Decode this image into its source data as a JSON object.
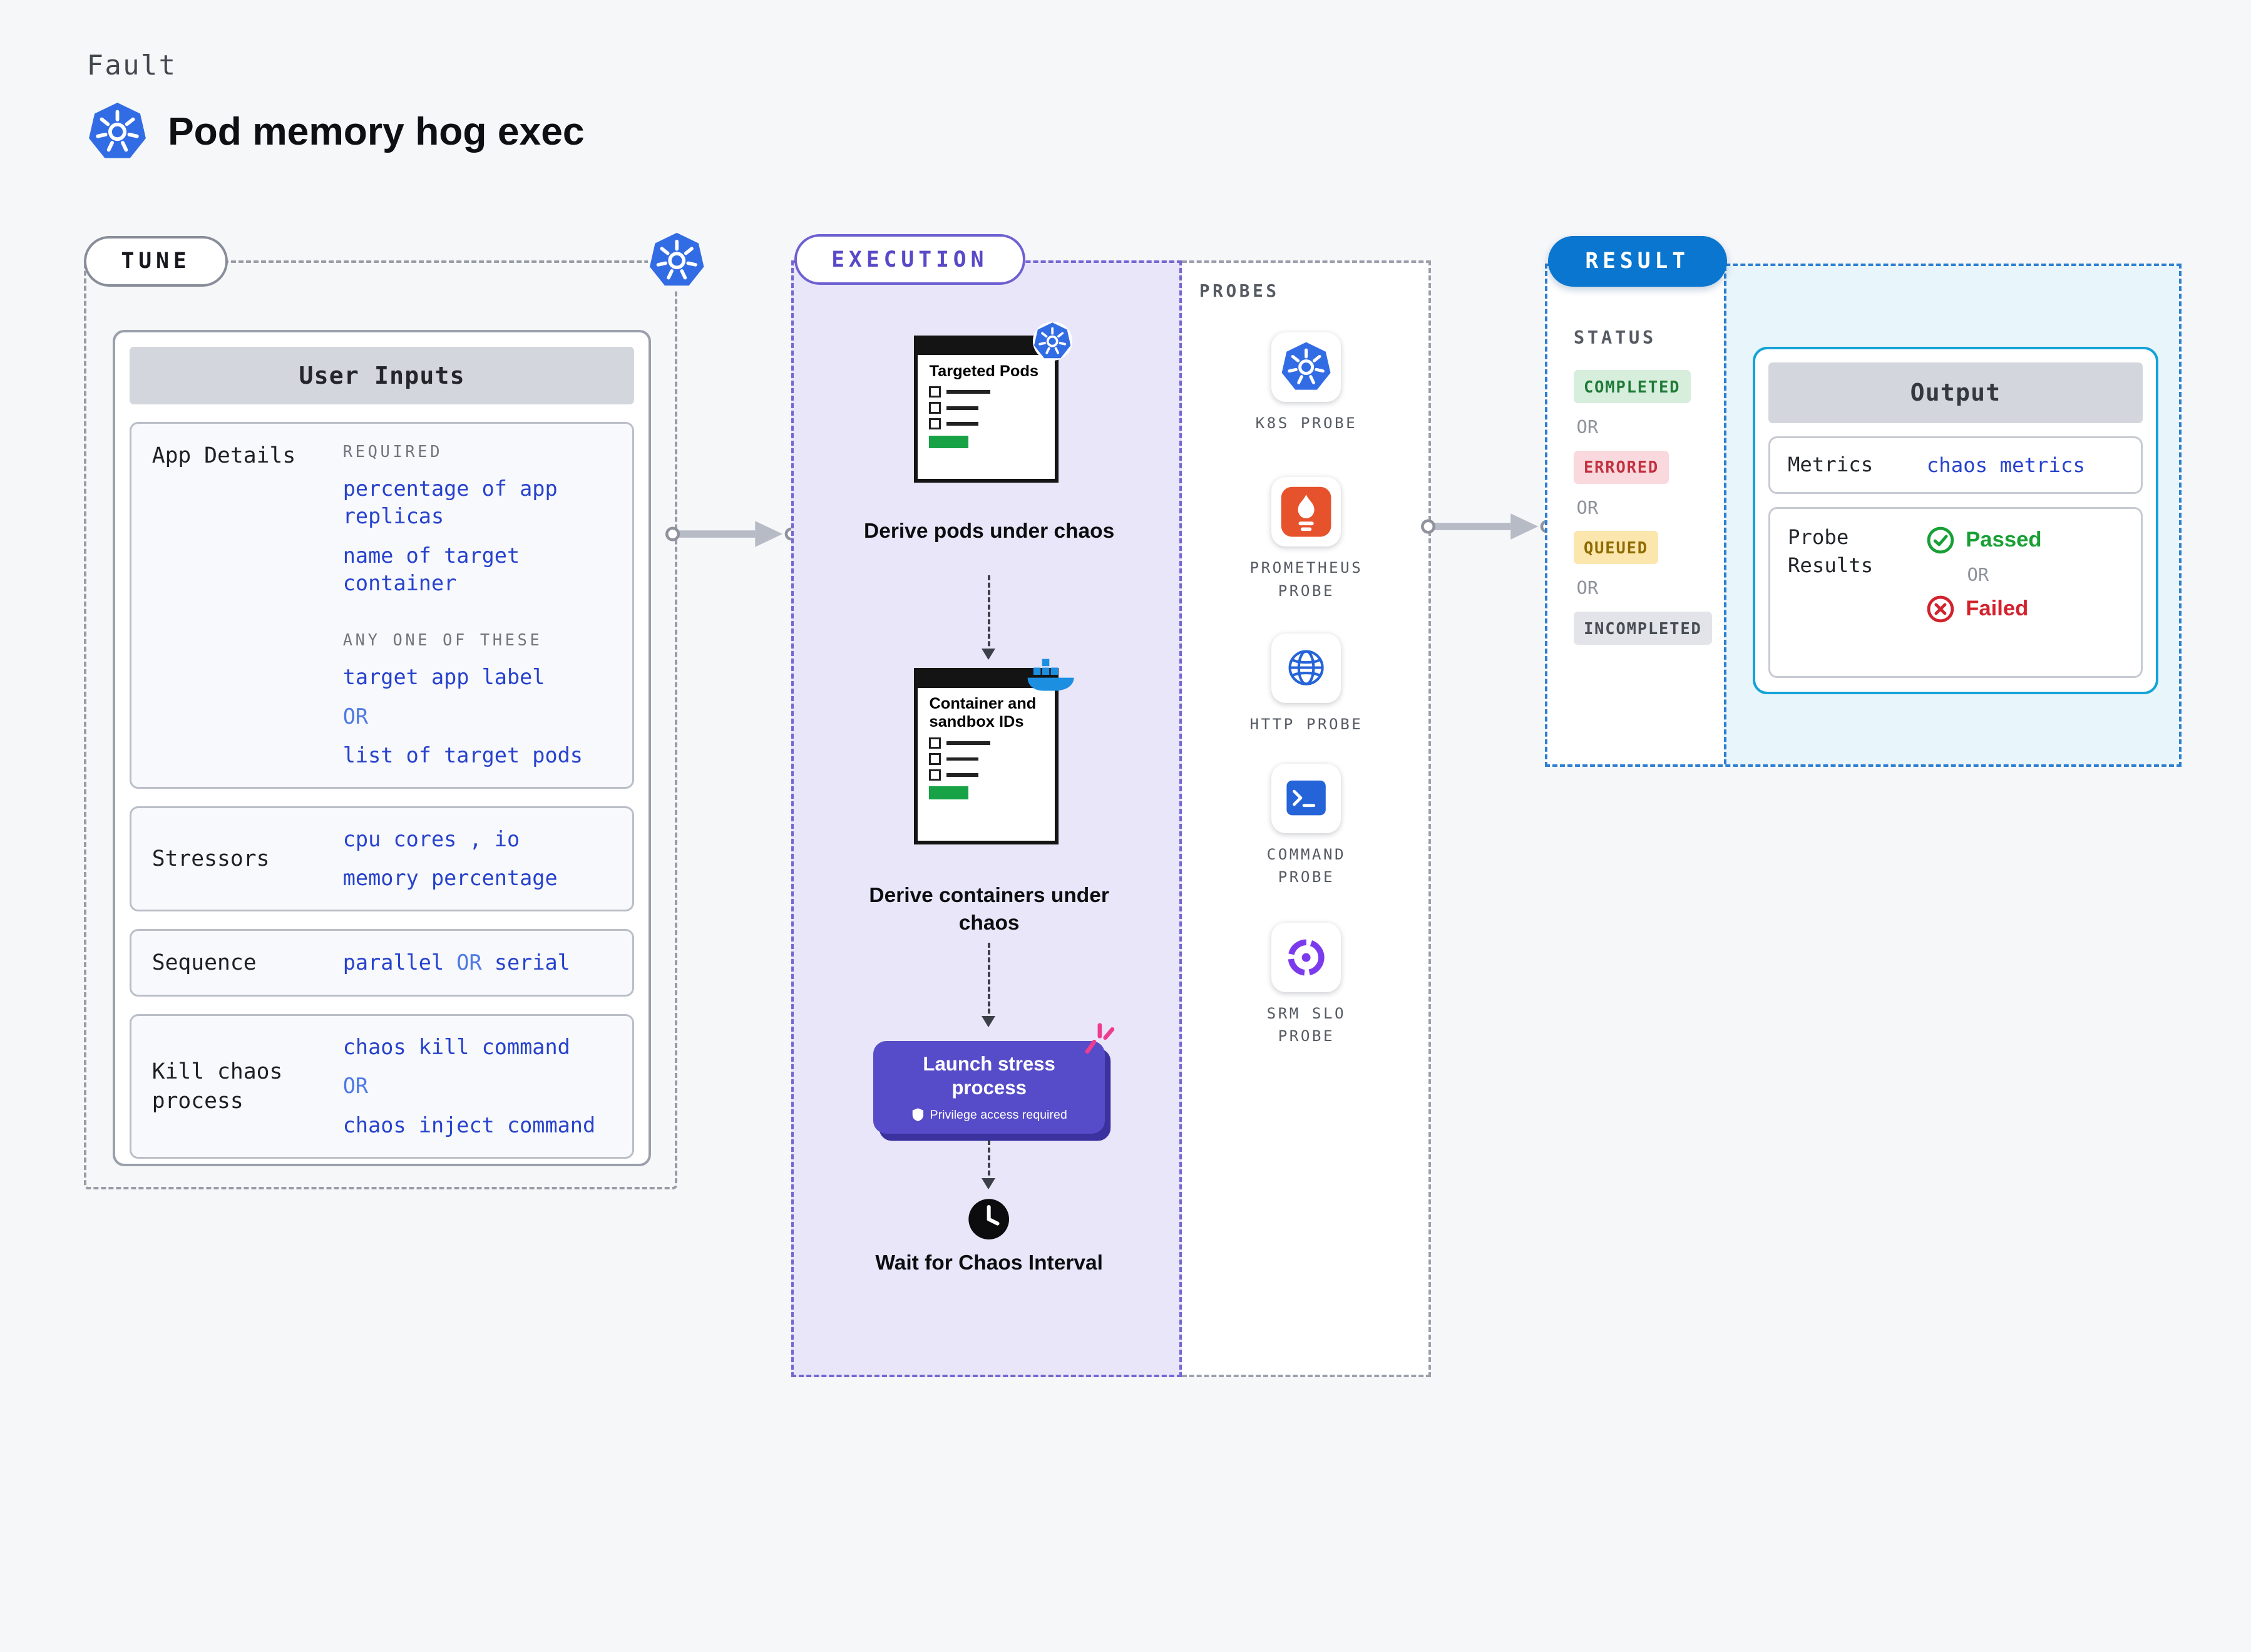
{
  "colors": {
    "accent_blue": "#2742cc",
    "or_blue": "#4d79e4",
    "execution_purple": "#5849c6",
    "launch_button_purple": "#564bc8",
    "result_pill_blue": "#0a76cf",
    "kubernetes_blue": "#326ce5",
    "success_green": "#18a035",
    "error_red": "#d2222d",
    "completed_badge_bg": "#d7eedd",
    "errored_badge_bg": "#f9d9de",
    "queued_badge_bg": "#fbe7ad",
    "incompleted_badge_bg": "#e2e4e9"
  },
  "header": {
    "kicker": "Fault",
    "title": "Pod memory hog exec"
  },
  "tune": {
    "label": "TUNE",
    "card": {
      "title": "User Inputs",
      "app_details": {
        "label": "App Details",
        "required_label": "REQUIRED",
        "required_items": [
          "percentage of app replicas",
          "name of target container"
        ],
        "any_label": "ANY ONE OF THESE",
        "any_item_1": "target app label",
        "or": "OR",
        "any_item_2": "list of target pods"
      },
      "stressors": {
        "label": "Stressors",
        "line1": "cpu cores , io",
        "line2": "memory percentage"
      },
      "sequence": {
        "label": "Sequence",
        "value1": "parallel",
        "or": "OR",
        "value2": "serial"
      },
      "kill_chaos": {
        "label": "Kill chaos process",
        "value1": "chaos kill command",
        "or": "OR",
        "value2": "chaos inject command"
      }
    }
  },
  "execution": {
    "label": "EXECUTION",
    "step1": {
      "doc_title": "Targeted Pods",
      "caption": "Derive pods under chaos"
    },
    "step2": {
      "doc_title": "Container and sandbox IDs",
      "caption": "Derive containers under chaos"
    },
    "step3": {
      "button_label": "Launch stress process",
      "badge": "Privilege access required"
    },
    "step4": {
      "caption": "Wait for Chaos Interval"
    }
  },
  "probes": {
    "label": "PROBES",
    "items": [
      {
        "name": "K8S PROBE",
        "icon": "kubernetes-icon"
      },
      {
        "name": "PROMETHEUS PROBE",
        "icon": "prometheus-icon"
      },
      {
        "name": "HTTP PROBE",
        "icon": "globe-icon"
      },
      {
        "name": "COMMAND PROBE",
        "icon": "terminal-icon"
      },
      {
        "name": "SRM SLO PROBE",
        "icon": "slo-donut-icon"
      }
    ]
  },
  "result": {
    "label": "RESULT",
    "status": {
      "label": "STATUS",
      "badges": [
        {
          "text": "COMPLETED",
          "kind": "completed"
        },
        {
          "text": "ERRORED",
          "kind": "errored"
        },
        {
          "text": "QUEUED",
          "kind": "queued"
        },
        {
          "text": "INCOMPLETED",
          "kind": "incompleted"
        }
      ],
      "or": "OR"
    },
    "output": {
      "title": "Output",
      "metrics_label": "Metrics",
      "metrics_value": "chaos metrics",
      "probe_results_label": "Probe Results",
      "passed": "Passed",
      "or": "OR",
      "failed": "Failed"
    }
  }
}
